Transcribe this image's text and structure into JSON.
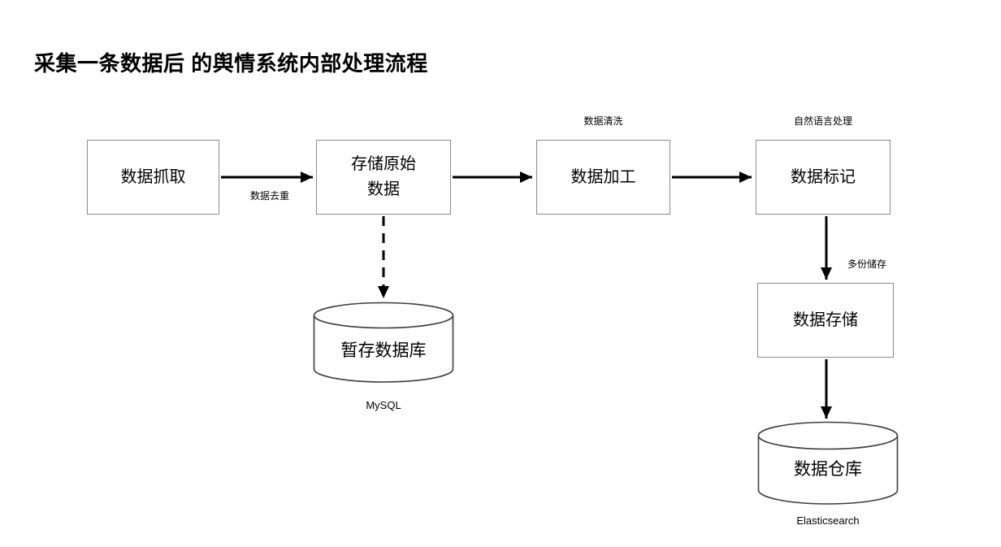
{
  "title": "采集一条数据后 的舆情系统内部处理流程",
  "colors": {
    "background": "#ffffff",
    "box_border": "#8c8c8c",
    "cylinder_stroke": "#3d3d3d",
    "arrow": "#000000",
    "text": "#000000"
  },
  "nodes": {
    "fetch": {
      "label": "数据抓取"
    },
    "store_raw": {
      "lines": [
        "存储原始",
        "数据"
      ]
    },
    "process": {
      "label": "数据加工",
      "annotation": "数据清洗"
    },
    "tag": {
      "label": "数据标记",
      "annotation": "自然语言处理"
    },
    "temp_db": {
      "label": "暂存数据库",
      "caption": "MySQL"
    },
    "storage": {
      "label": "数据存储"
    },
    "warehouse": {
      "label": "数据仓库",
      "caption": "Elasticsearch"
    }
  },
  "edges": {
    "fetch_to_store": {
      "label": "数据去重"
    },
    "tag_to_storage": {
      "label": "多份储存"
    }
  }
}
